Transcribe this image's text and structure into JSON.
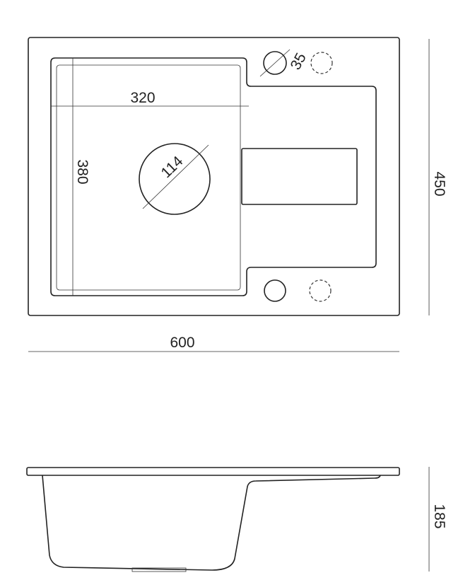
{
  "title": "Sink technical drawing",
  "top_view": {
    "bowl_width": "320",
    "bowl_length": "380",
    "drain_diameter": "114",
    "tap_hole_diameter": "35",
    "overall_width": "600",
    "overall_depth": "450"
  },
  "side_view": {
    "height": "185"
  },
  "colors": {
    "line": "#222222",
    "background": "#ffffff"
  }
}
